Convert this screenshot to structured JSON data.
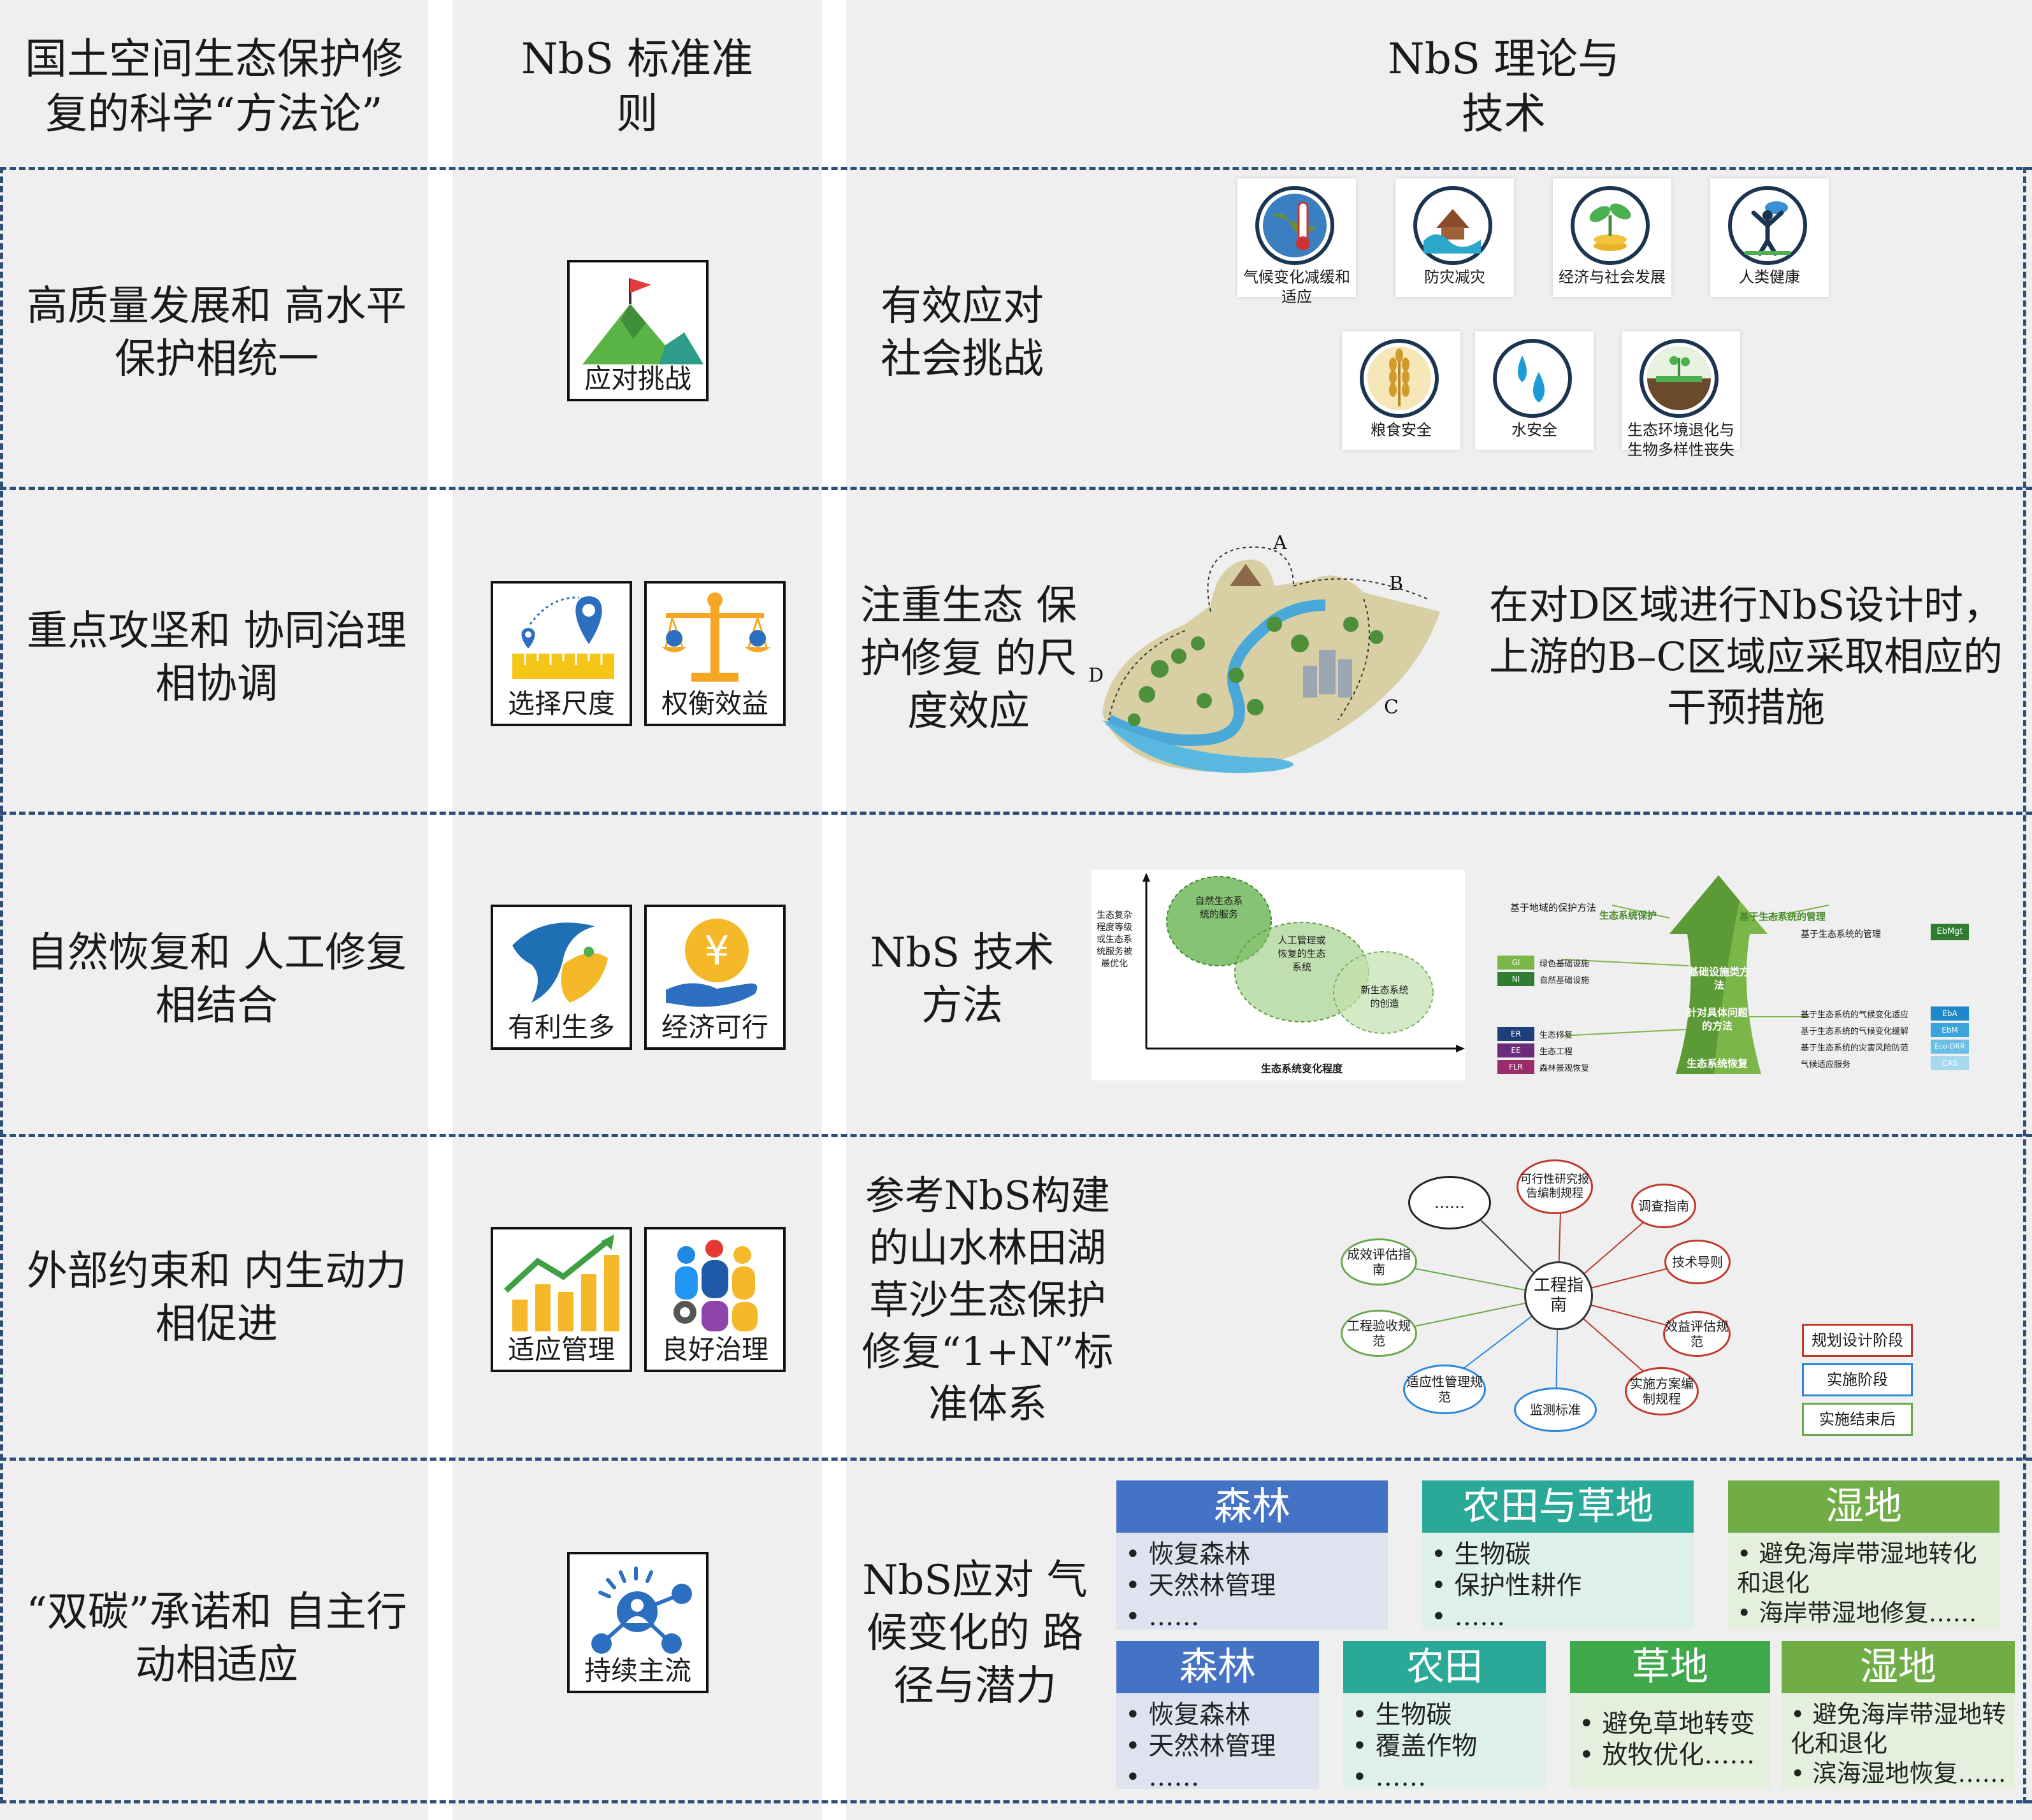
{
  "headers": {
    "col1": "国土空间生态保护修复的科学“方法论”",
    "col2": "NbS 标准准则",
    "col3": "NbS 理论与技术"
  },
  "rows": [
    {
      "principle": "高质量发展和 高水平保护相统一",
      "icons": [
        "应对挑战"
      ],
      "method": "有效应对 社会挑战",
      "challenges": [
        "气候变化减缓和适应",
        "防灾减灾",
        "经济与社会发展",
        "人类健康",
        "粮食安全",
        "水安全",
        "生态环境退化与生物多样性丧失"
      ]
    },
    {
      "principle": "重点攻坚和 协同治理相协调",
      "icons": [
        "选择尺度",
        "权衡效益"
      ],
      "method": "注重生态 保护修复 的尺度效应",
      "map_labels": [
        "A",
        "B",
        "C",
        "D"
      ],
      "statement": "在对D区域进行NbS设计时，上游的B–C区域应采取相应的干预措施"
    },
    {
      "principle": "自然恢复和 人工修复相结合",
      "icons": [
        "有利生多",
        "经济可行"
      ],
      "method": "NbS 技术方法",
      "venn": {
        "ylabel": "生态复杂程度等级或生态系统服务被最优化",
        "xlabel": "生态系统变化程度",
        "circles": [
          "自然生态系统的服务",
          "人工管理或恢复的生态系统",
          "新生态系统的创造"
        ]
      },
      "arrow": {
        "top_left": "基于地域的保护方法",
        "top_mid": "生态系统保护",
        "top_right": "基于生态系统的管理",
        "right_top_item": "基于生态系统的管理",
        "right_top_tag": "EbMgt",
        "mid1": "基础设施类方法",
        "mid2": "针对具体问题的方法",
        "bottom": "生态系统恢复",
        "left_tags": [
          {
            "tag": "GI",
            "text": "绿色基础设施"
          },
          {
            "tag": "NI",
            "text": "自然基础设施"
          }
        ],
        "left_bottom": [
          {
            "tag": "ER",
            "text": "生态修复"
          },
          {
            "tag": "EE",
            "text": "生态工程"
          },
          {
            "tag": "FLR",
            "text": "森林景观恢复"
          }
        ],
        "right_items": [
          {
            "tag": "EbA",
            "text": "基于生态系统的气候变化适应"
          },
          {
            "tag": "EbM",
            "text": "基于生态系统的气候变化缓解"
          },
          {
            "tag": "Eco-DRR",
            "text": "基于生态系统的灾害风险防范"
          },
          {
            "tag": "CAS",
            "text": "气候适应服务"
          }
        ]
      }
    },
    {
      "principle": "外部约束和 内生动力相促进",
      "icons": [
        "适应管理",
        "良好治理"
      ],
      "method": "参考NbS构建的山水林田湖草沙生态保护修复“1+N”标准体系",
      "center": "工程指南",
      "nodes": [
        "……",
        "可行性研究报告编制规程",
        "调查指南",
        "技术导则",
        "效益评估规范",
        "实施方案编制规程",
        "监测标准",
        "适应性管理规范",
        "工程验收规范",
        "成效评估指南"
      ],
      "legend": [
        "规划设计阶段",
        "实施阶段",
        "实施结束后"
      ]
    },
    {
      "principle": "“双碳”承诺和 自主行动相适应",
      "icons": [
        "持续主流"
      ],
      "method": "NbS应对 气候变化的 路径与潜力",
      "cards_top": [
        {
          "title": "森林",
          "items": [
            "恢复森林",
            "天然林管理",
            "……"
          ]
        },
        {
          "title": "农田与草地",
          "items": [
            "生物碳",
            "保护性耕作",
            "……"
          ]
        },
        {
          "title": "湿地",
          "items": [
            "避免海岸带湿地转化和退化",
            "海岸带湿地修复……"
          ]
        }
      ],
      "cards_bottom": [
        {
          "title": "森林",
          "items": [
            "恢复森林",
            "天然林管理",
            "……"
          ]
        },
        {
          "title": "农田",
          "items": [
            "生物碳",
            "覆盖作物",
            "……"
          ]
        },
        {
          "title": "草地",
          "items": [
            "避免草地转变",
            "放牧优化……"
          ]
        },
        {
          "title": "湿地",
          "items": [
            "避免海岸带湿地转化和退化",
            "滨海湿地恢复……"
          ]
        }
      ]
    }
  ],
  "colors": {
    "blue": "#4472c4",
    "teal": "#2ba998",
    "green": "#70ad47",
    "dash": "#2d4e78"
  }
}
